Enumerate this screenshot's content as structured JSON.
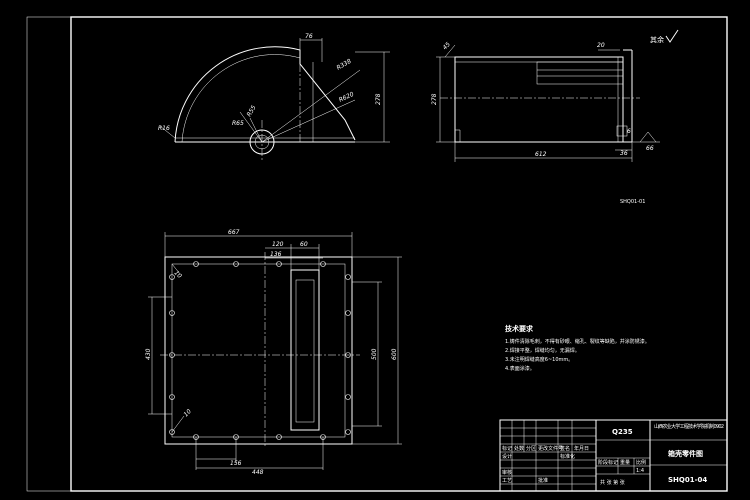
{
  "surface_finish": "其余",
  "view_label": "SHQ01-01",
  "front_view": {
    "dims": {
      "top_width": "76",
      "r_outer": "R338",
      "r_mid": "R620",
      "r_hole": "R65",
      "r_small": "R55",
      "left_r": "R16",
      "height": "278"
    }
  },
  "side_view": {
    "dims": {
      "angle": "45",
      "top": "20",
      "height": "278",
      "width": "612",
      "bottom": "36",
      "flange": "66",
      "right_small": "6"
    }
  },
  "plan_view": {
    "dims": {
      "overall_width": "667",
      "slot_offset": "120",
      "slot_width": "60",
      "hole_pitch_top": "136",
      "left_height": "430",
      "right_inner": "500",
      "right_outer": "600",
      "bottom_a": "156",
      "bottom_b": "448",
      "hole_label_top": "10",
      "hole_label_bottom": "10"
    }
  },
  "notes": {
    "title": "技术要求",
    "items": [
      "1.铸件清除毛刺，不得有砂眼、缩孔、裂纹等缺陷，并涂防锈漆。",
      "2.焊接平整，焊缝均匀，无漏焊。",
      "3.未注明焊缝高度6~10mm。",
      "4.表面涂漆。"
    ]
  },
  "title_block": {
    "org": "山西农业大学工程技术学院机制0902",
    "material": "Q235",
    "name": "箱壳零件图",
    "drawing_no": "SHQ01-04",
    "scale": "1:4",
    "labels": {
      "mark": "标记",
      "count": "处数",
      "zone": "分区",
      "change_no": "更改文件号",
      "sign": "签名",
      "date": "年月日",
      "design": "设计",
      "standardize": "标准化",
      "review": "审核",
      "process": "工艺",
      "approve": "批准",
      "stage_mark": "阶段标记",
      "weight": "重量",
      "ratio": "比例",
      "sheets": "共 张 第 张"
    }
  }
}
